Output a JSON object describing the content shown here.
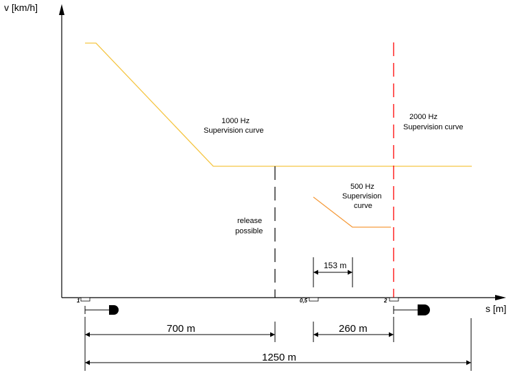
{
  "axes": {
    "y_label": "v [km/h]",
    "x_label": "s [m]"
  },
  "curves": {
    "c1000": {
      "line1": "1000 Hz",
      "line2": "Supervision curve",
      "color": "#f5c542"
    },
    "c2000": {
      "line1": "2000 Hz",
      "line2": "Supervision curve",
      "color": "#ff0000"
    },
    "c500": {
      "line1": "500 Hz",
      "line2": "Supervision",
      "line3": "curve",
      "color": "#f59a3a"
    }
  },
  "release": {
    "line1": "release",
    "line2": "possible"
  },
  "balises": {
    "b1": "1",
    "b05": "0,5",
    "b2": "2"
  },
  "dimensions": {
    "d153": "153 m",
    "d700": "700 m",
    "d260": "260 m",
    "d1250": "1250 m"
  }
}
